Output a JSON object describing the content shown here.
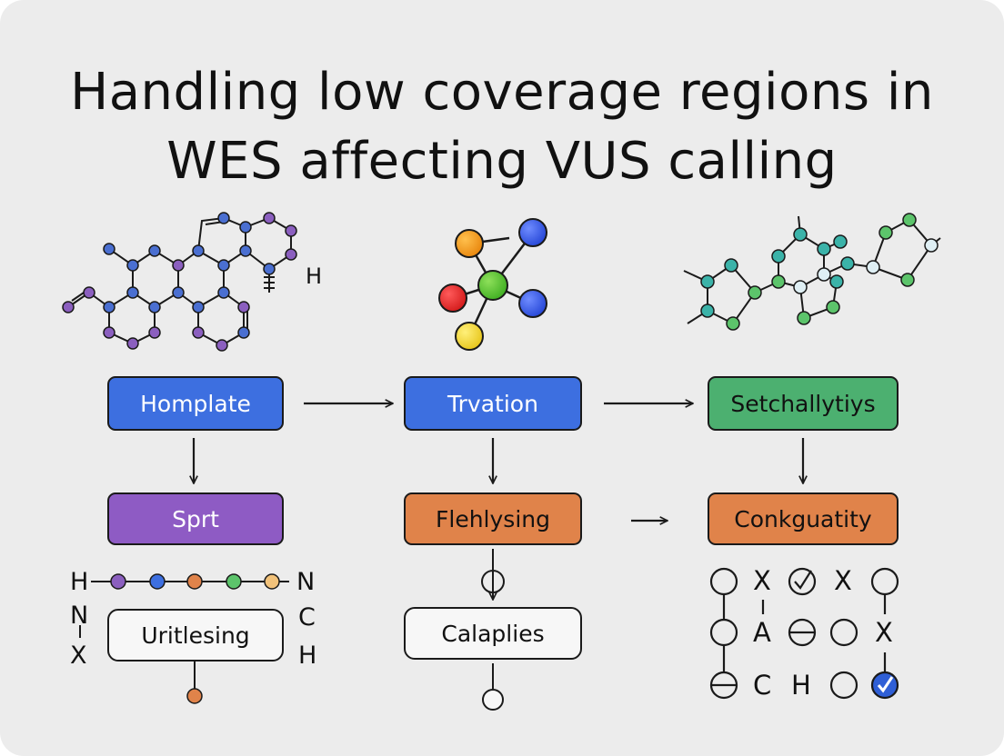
{
  "title": {
    "line1": "Handling low coverage regions in",
    "line2": "WES affecting VUS calling"
  },
  "colors": {
    "blue": "#3d6fe0",
    "purple": "#8e5bc4",
    "orange": "#e0834a",
    "green": "#4cb070",
    "white": "#f7f7f7"
  },
  "molecule_labels": {
    "left_h": "H"
  },
  "boxes": {
    "homplate": "Homplate",
    "trvation": "Trvation",
    "setchallytiys": "Setchallytiys",
    "sprt": "Sprt",
    "flehlysing": "Flehlysing",
    "conkguatity": "Conkguatity",
    "uritlesing": "Uritlesing",
    "calaplies": "Calaplies"
  },
  "left_labels": {
    "chain_h": "H",
    "chain_n": "N",
    "n_label": "N",
    "x_label": "X",
    "c_label": "C",
    "h_label": "H"
  },
  "grid_labels": {
    "x1": "X",
    "x2": "X",
    "x3": "X",
    "a": "A",
    "c": "C",
    "h": "H"
  }
}
